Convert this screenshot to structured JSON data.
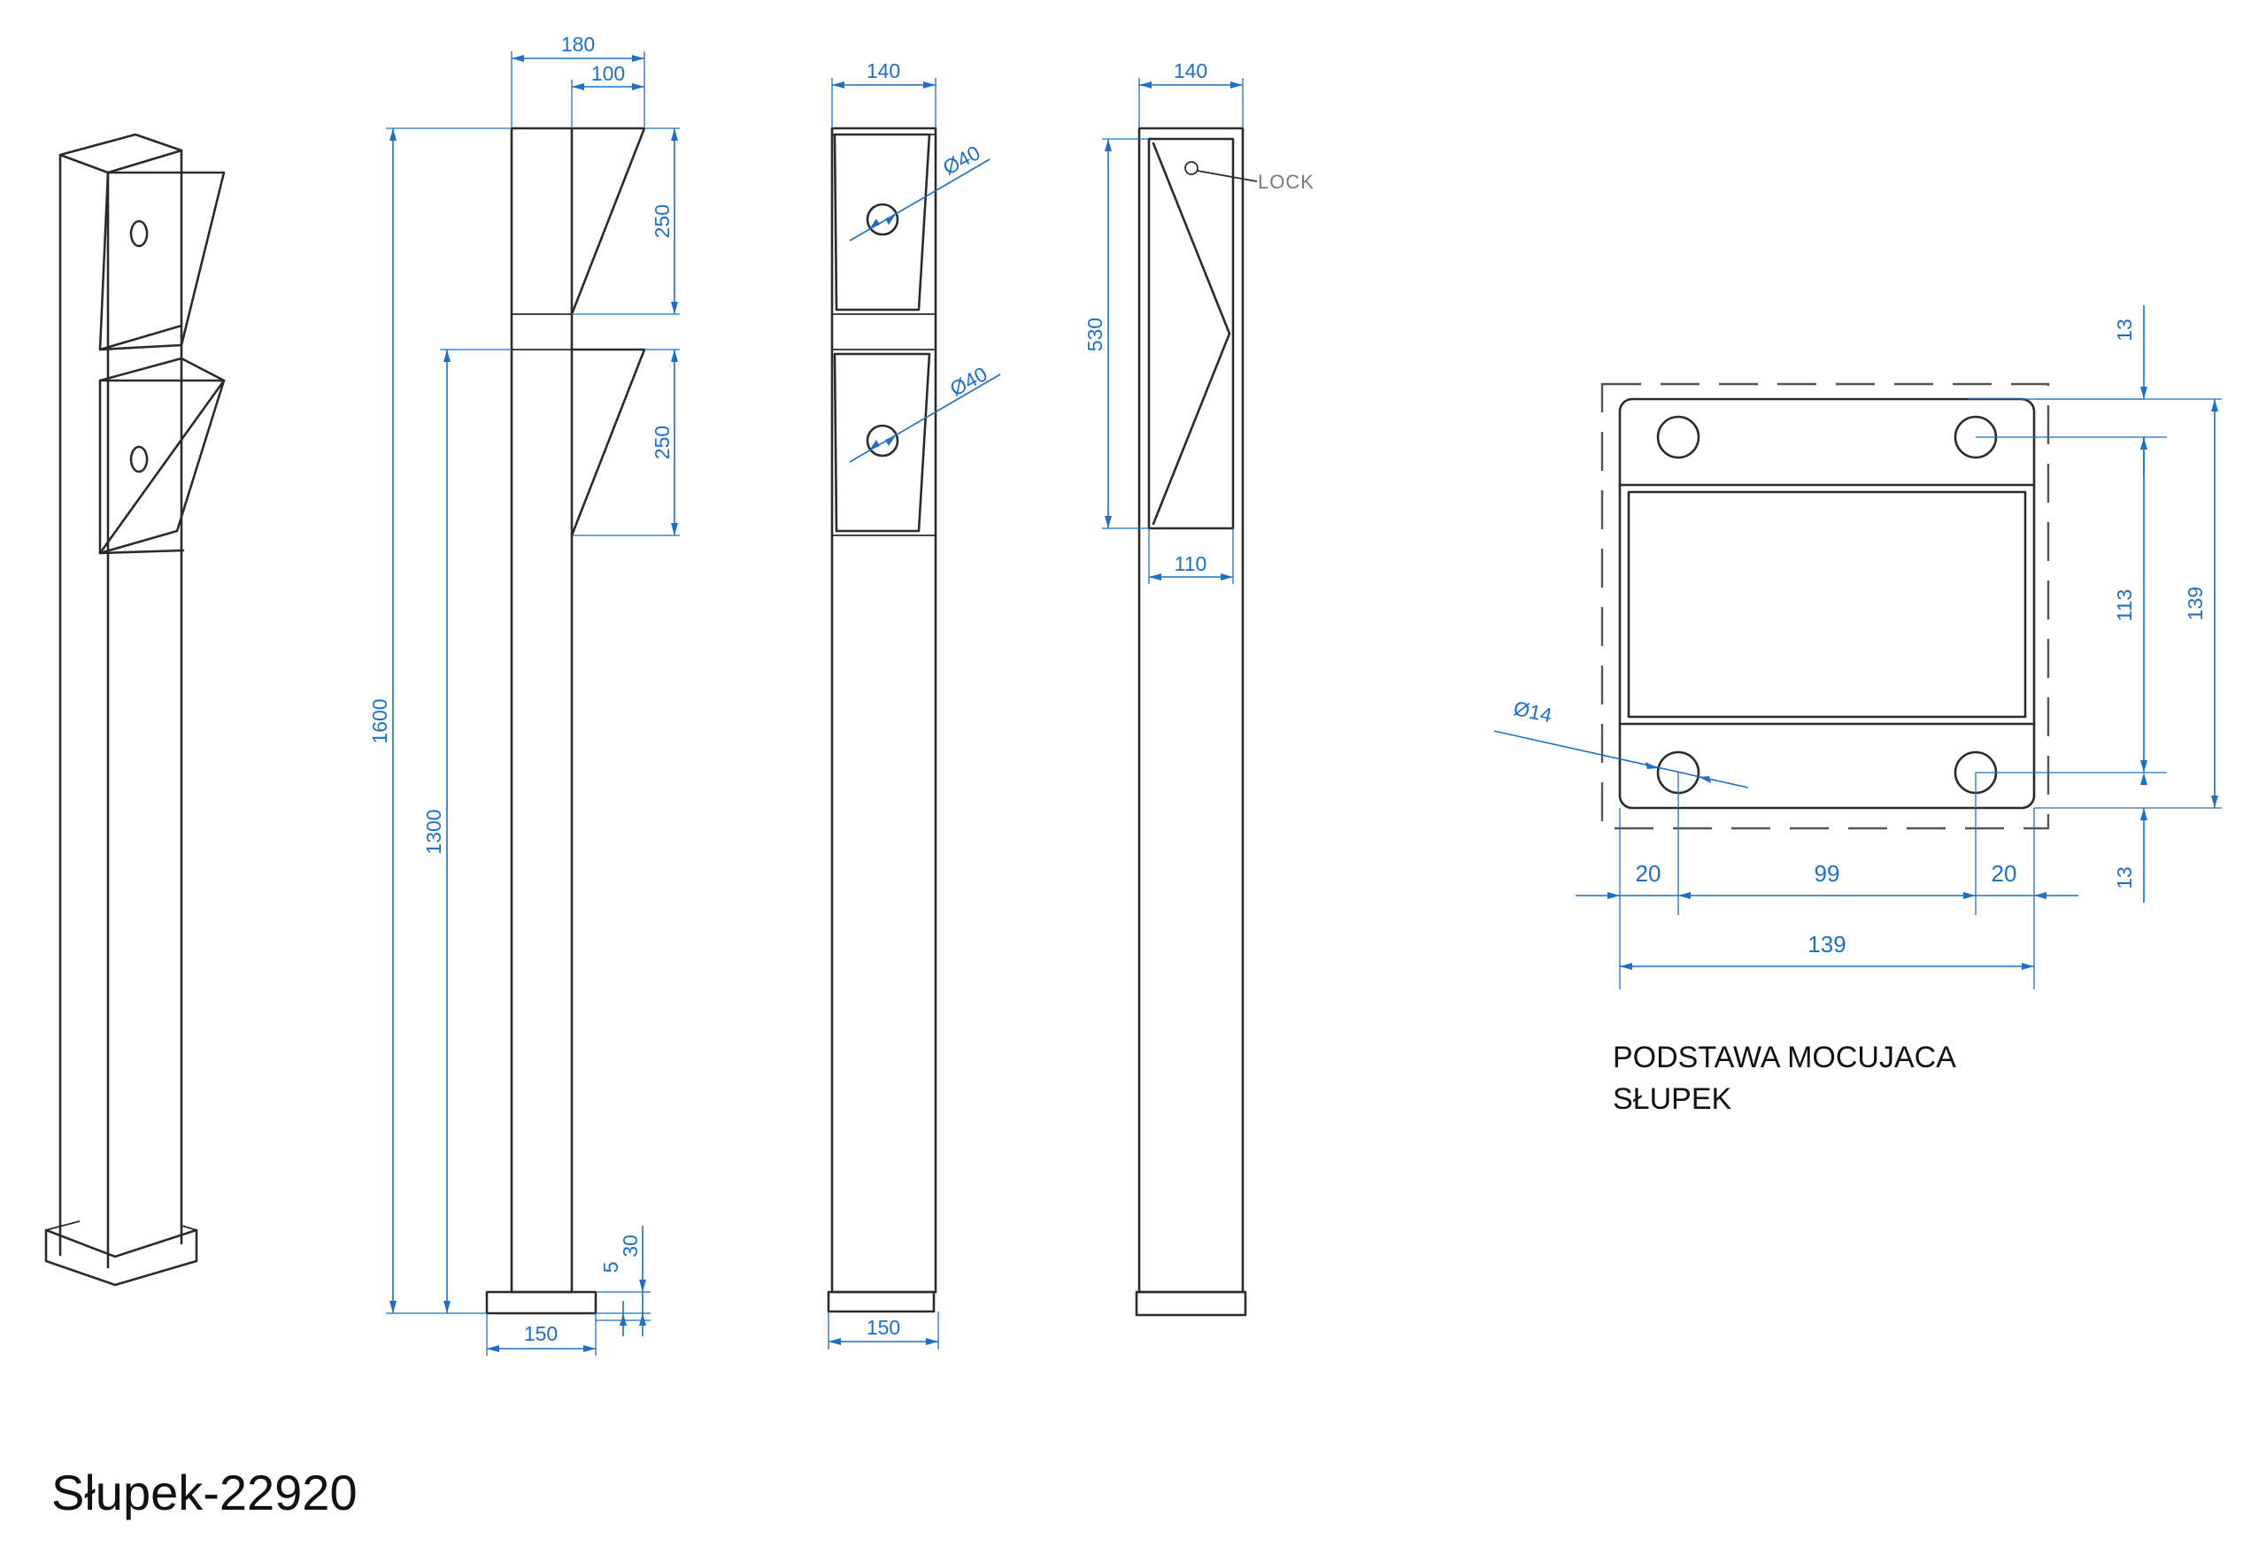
{
  "title": "Słupek-22920",
  "base_note": {
    "line1": "PODSTAWA MOCUJACA",
    "line2": "SŁUPEK"
  },
  "lock_label": "LOCK",
  "dims": {
    "side_total_width": "180",
    "side_top_offset": "100",
    "side_upper_box": "250",
    "side_lower_box": "250",
    "side_height_total": "1600",
    "side_height_lower": "1300",
    "side_base_plate": "30",
    "side_base_gap": "5",
    "side_base_width": "150",
    "front_width": "140",
    "front_hole_upper": "Ø40",
    "front_hole_lower": "Ø40",
    "front_base_width": "150",
    "rear_width": "140",
    "rear_door_height": "530",
    "rear_door_width": "110",
    "base_margin_top": "13",
    "base_margin_bottom": "13",
    "base_hole_spacing_v": "113",
    "base_height": "139",
    "base_hole": "Ø14",
    "base_edge_left": "20",
    "base_hole_spacing_h": "99",
    "base_edge_right": "20",
    "base_width": "139"
  },
  "colors": {
    "dimension": "#1f6fc2",
    "outline": "#2b2b2b",
    "text": "#111111"
  }
}
